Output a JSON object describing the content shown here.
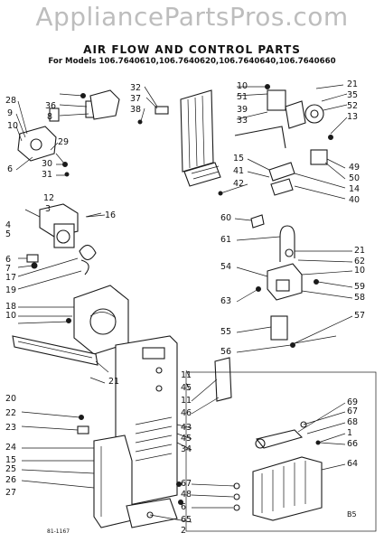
{
  "watermark": "AppliancePartsPros.com",
  "title": "AIR FLOW AND CONTROL PARTS",
  "subtitle": "For Models 106.7640610,106.7640620,106.7640640,106.7640660",
  "drawing_code": "81-1167",
  "corner_mark": "B5",
  "callouts": [
    {
      "id": "c28",
      "text": "28"
    },
    {
      "id": "c9",
      "text": "9"
    },
    {
      "id": "c10a",
      "text": "10"
    },
    {
      "id": "c36",
      "text": "36"
    },
    {
      "id": "c8",
      "text": "8"
    },
    {
      "id": "c32",
      "text": "32"
    },
    {
      "id": "c37",
      "text": "37"
    },
    {
      "id": "c38",
      "text": "38"
    },
    {
      "id": "c6a",
      "text": "6"
    },
    {
      "id": "c29",
      "text": "29"
    },
    {
      "id": "c30",
      "text": "30"
    },
    {
      "id": "c31",
      "text": "31"
    },
    {
      "id": "c12",
      "text": "12"
    },
    {
      "id": "c3",
      "text": "3"
    },
    {
      "id": "c16",
      "text": "16"
    },
    {
      "id": "c4",
      "text": "4"
    },
    {
      "id": "c5",
      "text": "5"
    },
    {
      "id": "c6b",
      "text": "6"
    },
    {
      "id": "c7",
      "text": "7"
    },
    {
      "id": "c17",
      "text": "17"
    },
    {
      "id": "c19",
      "text": "19"
    },
    {
      "id": "c18",
      "text": "18"
    },
    {
      "id": "c10b",
      "text": "10"
    },
    {
      "id": "c20",
      "text": "20"
    },
    {
      "id": "c21a",
      "text": "21"
    },
    {
      "id": "c22",
      "text": "22"
    },
    {
      "id": "c23",
      "text": "23"
    },
    {
      "id": "c24",
      "text": "24"
    },
    {
      "id": "c15a",
      "text": "15"
    },
    {
      "id": "c25",
      "text": "25"
    },
    {
      "id": "c26",
      "text": "26"
    },
    {
      "id": "c27",
      "text": "27"
    },
    {
      "id": "c10c",
      "text": "10"
    },
    {
      "id": "c51",
      "text": "51"
    },
    {
      "id": "c39",
      "text": "39"
    },
    {
      "id": "c33",
      "text": "33"
    },
    {
      "id": "c21b",
      "text": "21"
    },
    {
      "id": "c35",
      "text": "35"
    },
    {
      "id": "c52",
      "text": "52"
    },
    {
      "id": "c13",
      "text": "13"
    },
    {
      "id": "c15b",
      "text": "15"
    },
    {
      "id": "c41",
      "text": "41"
    },
    {
      "id": "c42",
      "text": "42"
    },
    {
      "id": "c49",
      "text": "49"
    },
    {
      "id": "c50",
      "text": "50"
    },
    {
      "id": "c14",
      "text": "14"
    },
    {
      "id": "c40",
      "text": "40"
    },
    {
      "id": "c60",
      "text": "60"
    },
    {
      "id": "c61",
      "text": "61"
    },
    {
      "id": "c21c",
      "text": "21"
    },
    {
      "id": "c62",
      "text": "62"
    },
    {
      "id": "c54",
      "text": "54"
    },
    {
      "id": "c10d",
      "text": "10"
    },
    {
      "id": "c63",
      "text": "63"
    },
    {
      "id": "c59",
      "text": "59"
    },
    {
      "id": "c58",
      "text": "58"
    },
    {
      "id": "c55",
      "text": "55"
    },
    {
      "id": "c57",
      "text": "57"
    },
    {
      "id": "c56",
      "text": "56"
    },
    {
      "id": "c11a",
      "text": "11"
    },
    {
      "id": "c45a",
      "text": "45"
    },
    {
      "id": "c11b",
      "text": "11"
    },
    {
      "id": "c46",
      "text": "46"
    },
    {
      "id": "c43",
      "text": "43"
    },
    {
      "id": "c45b",
      "text": "45"
    },
    {
      "id": "c34",
      "text": "34"
    },
    {
      "id": "c67a",
      "text": "67"
    },
    {
      "id": "c48",
      "text": "48"
    },
    {
      "id": "c6c",
      "text": "6"
    },
    {
      "id": "c65",
      "text": "65"
    },
    {
      "id": "c2",
      "text": "2"
    },
    {
      "id": "c69",
      "text": "69"
    },
    {
      "id": "c67b",
      "text": "67"
    },
    {
      "id": "c68",
      "text": "68"
    },
    {
      "id": "c1",
      "text": "1"
    },
    {
      "id": "c66",
      "text": "66"
    },
    {
      "id": "c64",
      "text": "64"
    }
  ]
}
